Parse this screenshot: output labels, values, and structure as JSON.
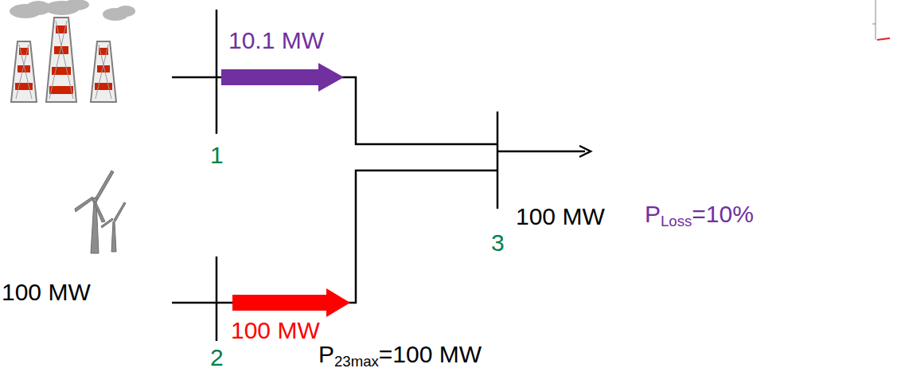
{
  "diagram": {
    "labels": [
      "10.1 MW",
      "1",
      "100 MW",
      "100 MW",
      "2",
      "P23max=100 MW",
      "3",
      "100 MW",
      "PLoss=10%"
    ]
  }
}
